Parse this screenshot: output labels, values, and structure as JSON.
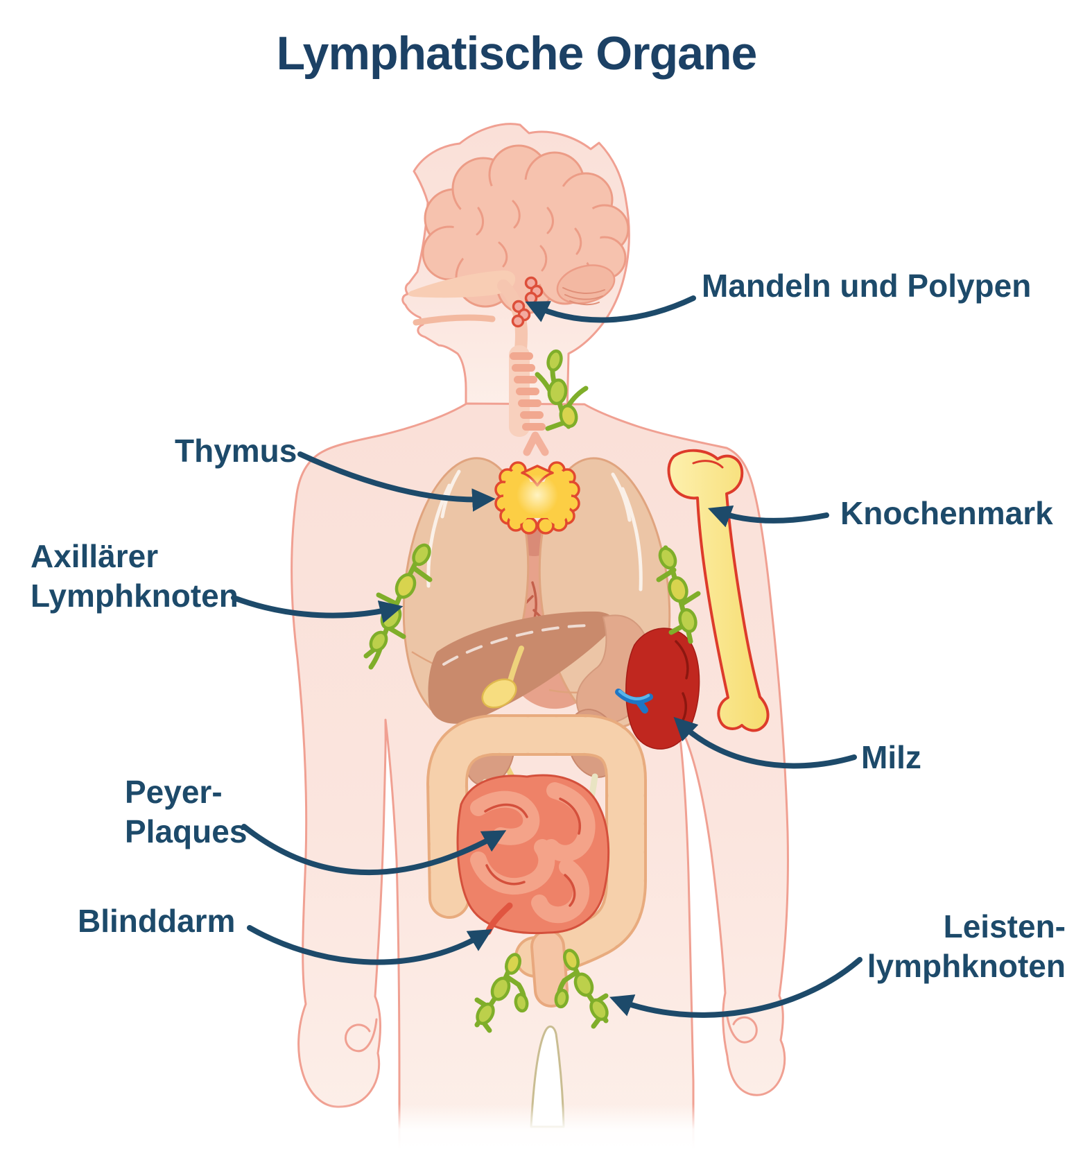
{
  "title": "Lymphatische Organe",
  "diagram": {
    "labels": {
      "tonsils": "Mandeln und Polypen",
      "thymus": "Thymus",
      "bone_marrow": "Knochenmark",
      "axillary_l1": "Axillärer",
      "axillary_l2": "Lymphknoten",
      "spleen": "Milz",
      "peyer_l1": "Peyer-",
      "peyer_l2": "Plaques",
      "appendix": "Blinddarm",
      "inguinal_l1": "Leisten-",
      "inguinal_l2": "lymphknoten"
    },
    "colors": {
      "label_text": "#1d4a6a",
      "arrow": "#1d4a6a",
      "body_fill": "#fbe3dc",
      "body_outline": "#f0a092",
      "lymph_node_green": "#bcd04b",
      "lymph_node_outline": "#7fae2a",
      "bone_fill": "#f8e387",
      "bone_outline": "#dd3b2b",
      "spleen_fill": "#c0271f",
      "thymus_fill": "#fcce44",
      "thymus_outline": "#e2492f",
      "small_intestine": "#ee8268",
      "large_intestine": "#f6d0ab",
      "lung_fill": "#ecc5a6",
      "liver_fill": "#c98a6c",
      "brain_fill": "#f6c2ae"
    }
  }
}
